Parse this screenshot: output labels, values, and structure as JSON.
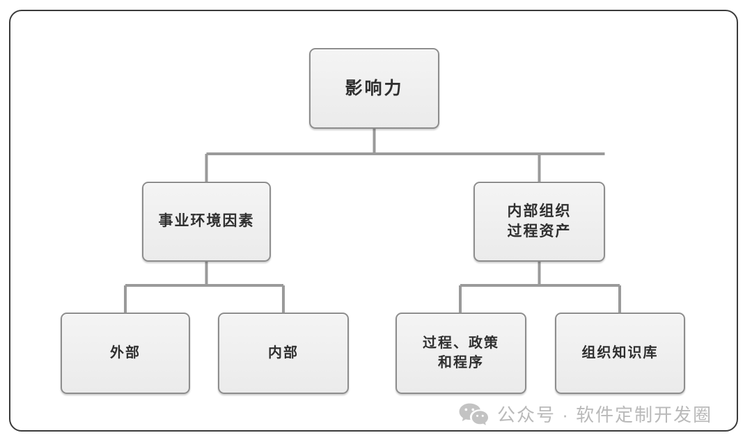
{
  "diagram": {
    "title": "影响力",
    "nodes": {
      "root": {
        "label": "影响力",
        "level": 1
      },
      "eef": {
        "label": "事业环境因素",
        "level": 2
      },
      "opa": {
        "label": "内部组织\n过程资产",
        "level": 2
      },
      "external": {
        "label": "外部",
        "level": 3
      },
      "internal": {
        "label": "内部",
        "level": 3
      },
      "process_policy": {
        "label": "过程、政策\n和程序",
        "level": 3
      },
      "knowledge_base": {
        "label": "组织知识库",
        "level": 3
      }
    },
    "edges": [
      {
        "from": "root",
        "to": "eef"
      },
      {
        "from": "root",
        "to": "opa"
      },
      {
        "from": "eef",
        "to": "external"
      },
      {
        "from": "eef",
        "to": "internal"
      },
      {
        "from": "opa",
        "to": "process_policy"
      },
      {
        "from": "opa",
        "to": "knowledge_base"
      }
    ],
    "colors": {
      "node_fill": "#efefef",
      "node_border": "#8d8d8d",
      "connector": "#9a9a9a",
      "frame_border": "#3a3a3a",
      "text": "#2f2f2f",
      "watermark": "#b9b9b9",
      "background": "#ffffff"
    }
  },
  "watermark": {
    "icon": "wechat-icon",
    "text": "公众号 · 软件定制开发圈"
  }
}
